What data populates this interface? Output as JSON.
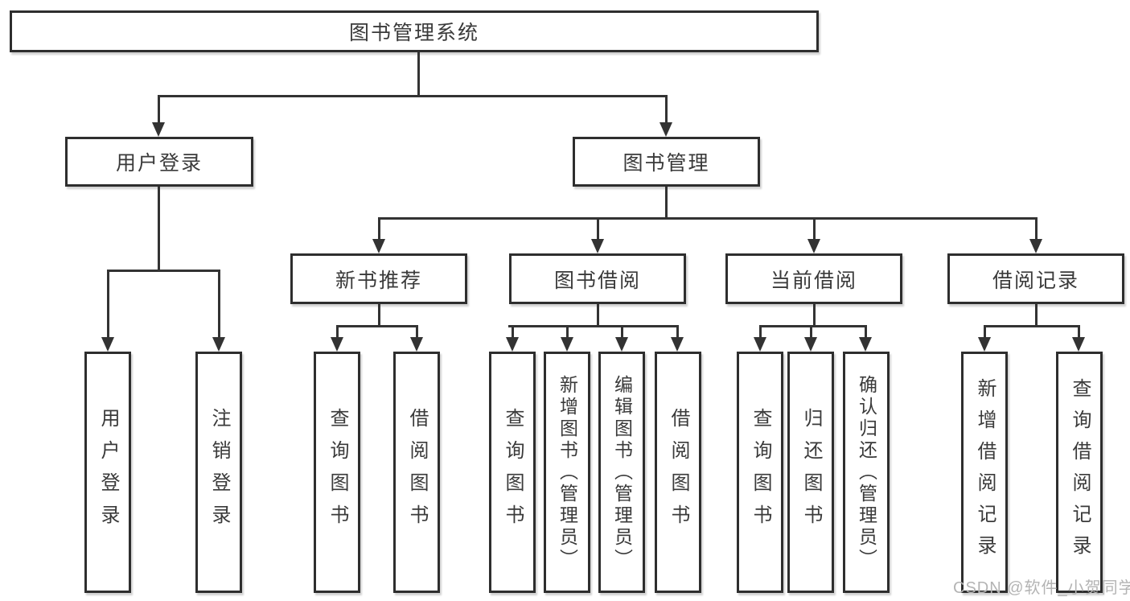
{
  "diagram": {
    "root": {
      "label": "图书管理系统"
    },
    "branches": [
      {
        "label": "用户登录",
        "children": [
          {
            "label": "用户登录"
          },
          {
            "label": "注销登录"
          }
        ]
      },
      {
        "label": "图书管理",
        "children": [
          {
            "label": "新书推荐",
            "children": [
              {
                "label": "查询图书"
              },
              {
                "label": "借阅图书"
              }
            ]
          },
          {
            "label": "图书借阅",
            "children": [
              {
                "label": "查询图书"
              },
              {
                "label": "新增图书（管理员）"
              },
              {
                "label": "编辑图书（管理员）"
              },
              {
                "label": "借阅图书"
              }
            ]
          },
          {
            "label": "当前借阅",
            "children": [
              {
                "label": "查询图书"
              },
              {
                "label": "归还图书"
              },
              {
                "label": "确认归还（管理员）"
              }
            ]
          },
          {
            "label": "借阅记录",
            "children": [
              {
                "label": "新增借阅记录"
              },
              {
                "label": "查询借阅记录"
              }
            ]
          }
        ]
      }
    ]
  },
  "watermark": {
    "text": "CSDN @软件_小贺同学"
  },
  "colors": {
    "line": "#333333",
    "box_border": "#2e2e2e",
    "text": "#3a3a3a",
    "background": "#ffffff",
    "watermark": "#b4b4b4"
  }
}
